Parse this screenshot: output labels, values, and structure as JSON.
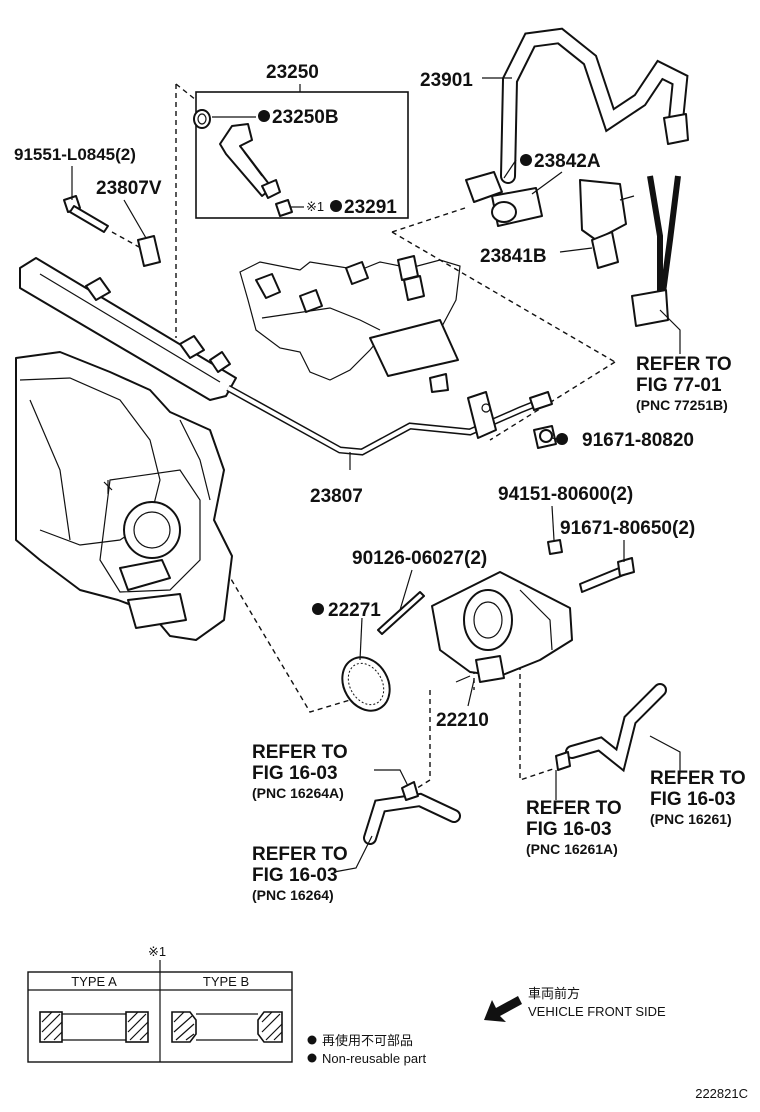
{
  "parts": {
    "p23250": "23250",
    "p23250B": "23250B",
    "p23291": "23291",
    "p23291_mark": "※1",
    "p91551": "91551-L0845(2)",
    "p23807V": "23807V",
    "p23901": "23901",
    "p23842A": "23842A",
    "p23841B": "23841B",
    "p23807": "23807",
    "p91671a": "91671-80820",
    "p94151": "94151-80600(2)",
    "p91671b": "91671-80650(2)",
    "p90126": "90126-06027(2)",
    "p22271": "22271",
    "p22210": "22210"
  },
  "refs": {
    "r7701": {
      "l1": "REFER TO",
      "l2": "FIG 77-01",
      "l3": "(PNC 77251B)"
    },
    "r16264A": {
      "l1": "REFER TO",
      "l2": "FIG 16-03",
      "l3": "(PNC 16264A)"
    },
    "r16264": {
      "l1": "REFER TO",
      "l2": "FIG 16-03",
      "l3": "(PNC 16264)"
    },
    "r16261A": {
      "l1": "REFER TO",
      "l2": "FIG 16-03",
      "l3": "(PNC 16261A)"
    },
    "r16261": {
      "l1": "REFER TO",
      "l2": "FIG 16-03",
      "l3": "(PNC 16261)"
    }
  },
  "gasket_table": {
    "mark": "※1",
    "type_a": "TYPE A",
    "type_b": "TYPE B"
  },
  "legend": {
    "jp": "再使用不可部品",
    "en": "Non-reusable part"
  },
  "direction": {
    "jp": "車両前方",
    "en": "VEHICLE FRONT SIDE"
  },
  "figure_code": "222821C"
}
